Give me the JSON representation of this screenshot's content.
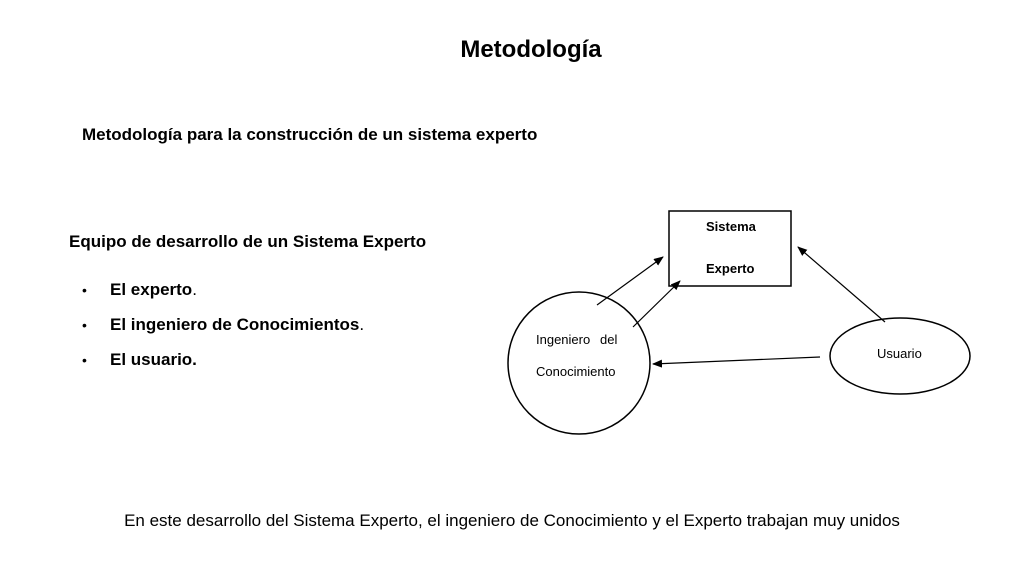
{
  "title": "Metodología",
  "subtitle": "Metodología para la construcción de un sistema experto",
  "team": {
    "heading": "Equipo de desarrollo de un Sistema Experto",
    "bullet": "•",
    "items": [
      {
        "label": "El experto",
        "punct": "."
      },
      {
        "label": "El ingeniero de Conocimientos",
        "punct": "."
      },
      {
        "label": "El usuario.",
        "punct": ""
      }
    ]
  },
  "diagram": {
    "sistema_box": {
      "line1": "Sistema",
      "line2": "Experto"
    },
    "ingeniero_circle": {
      "line1": "Ingeniero",
      "line2": "del",
      "line3": "Conocimiento"
    },
    "usuario_ellipse": {
      "label": "Usuario"
    }
  },
  "footer": "En este desarrollo del Sistema Experto, el ingeniero de Conocimiento y el Experto trabajan muy unidos"
}
